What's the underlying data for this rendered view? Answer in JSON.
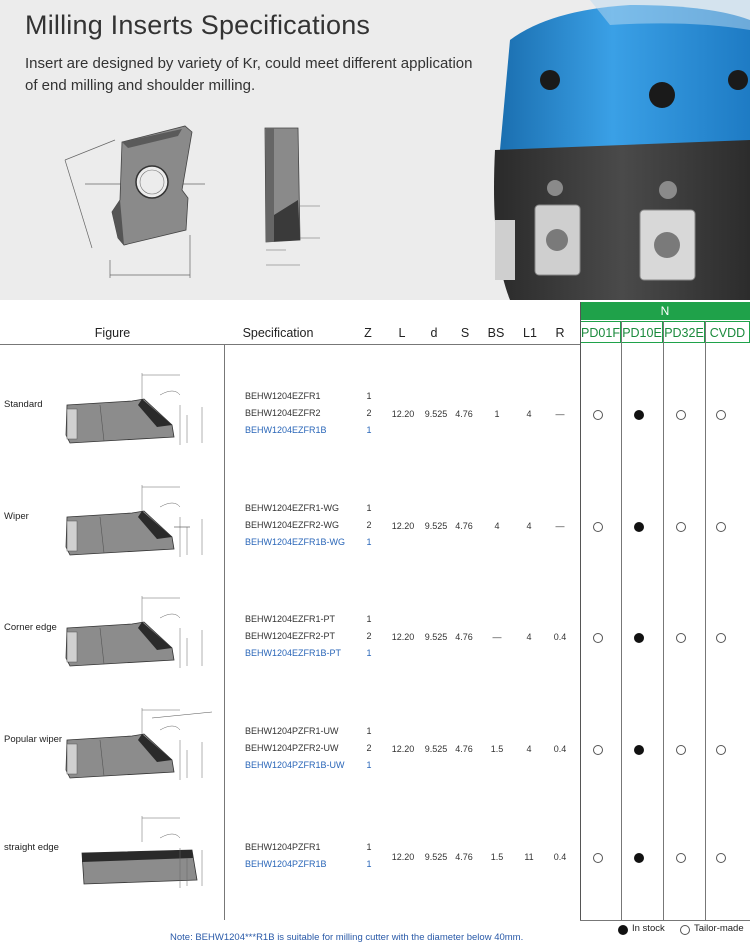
{
  "hero": {
    "title": "Milling Inserts Specifications",
    "description": "Insert are designed by variety of Kr, could meet different application of end milling and shoulder milling."
  },
  "table": {
    "headers": {
      "figure": "Figure",
      "specification": "Specification",
      "z": "Z",
      "l": "L",
      "d": "d",
      "s": "S",
      "bs": "BS",
      "l1": "L1",
      "r": "R"
    },
    "group": "N",
    "grades": [
      "PD01F",
      "PD10E",
      "PD32E",
      "CVDD"
    ],
    "rows": [
      {
        "label": "Standard",
        "specs": [
          "BEHW1204EZFR1",
          "BEHW1204EZFR2",
          "BEHW1204EZFR1B"
        ],
        "z": [
          "1",
          "2",
          "1"
        ],
        "L": "12.20",
        "d": "9.525",
        "S": "4.76",
        "BS": "1",
        "L1": "4",
        "R": "—"
      },
      {
        "label": "Wiper",
        "specs": [
          "BEHW1204EZFR1-WG",
          "BEHW1204EZFR2-WG",
          "BEHW1204EZFR1B-WG"
        ],
        "z": [
          "1",
          "2",
          "1"
        ],
        "L": "12.20",
        "d": "9.525",
        "S": "4.76",
        "BS": "4",
        "L1": "4",
        "R": "—"
      },
      {
        "label": "Corner edge",
        "specs": [
          "BEHW1204EZFR1-PT",
          "BEHW1204EZFR2-PT",
          "BEHW1204EZFR1B-PT"
        ],
        "z": [
          "1",
          "2",
          "1"
        ],
        "L": "12.20",
        "d": "9.525",
        "S": "4.76",
        "BS": "—",
        "L1": "4",
        "R": "0.4"
      },
      {
        "label": "Popular wiper",
        "specs": [
          "BEHW1204PZFR1-UW",
          "BEHW1204PZFR2-UW",
          "BEHW1204PZFR1B-UW"
        ],
        "z": [
          "1",
          "2",
          "1"
        ],
        "L": "12.20",
        "d": "9.525",
        "S": "4.76",
        "BS": "1.5",
        "L1": "4",
        "R": "0.4"
      },
      {
        "label": "straight edge",
        "specs": [
          "BEHW1204PZFR1",
          "BEHW1204PZFR1B"
        ],
        "z": [
          "1",
          "1"
        ],
        "L": "12.20",
        "d": "9.525",
        "S": "4.76",
        "BS": "1.5",
        "L1": "11",
        "R": "0.4"
      }
    ],
    "availability": [
      "open",
      "filled",
      "open",
      "open"
    ]
  },
  "legend": {
    "in_stock": "In stock",
    "tailor_made": "Tailor-made"
  },
  "note": "Note: BEHW1204***R1B is suitable for milling cutter with the diameter below 40mm.",
  "colors": {
    "grade_green": "#1fa24a",
    "tool_blue": "#2b8fd6",
    "spec_blue": "#2a66b8"
  }
}
